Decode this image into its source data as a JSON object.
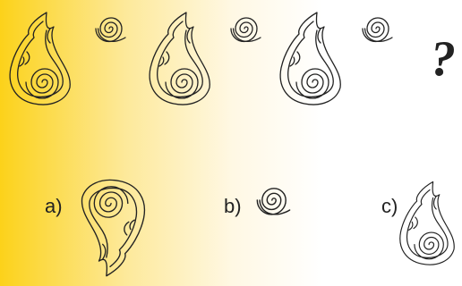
{
  "puzzle": {
    "question_mark": "?",
    "options": [
      {
        "label": "a)"
      },
      {
        "label": "b)"
      },
      {
        "label": "c)"
      }
    ]
  },
  "colors": {
    "gradient_start": "#fcd21a",
    "gradient_end": "#ffffff",
    "ink": "#222222"
  }
}
